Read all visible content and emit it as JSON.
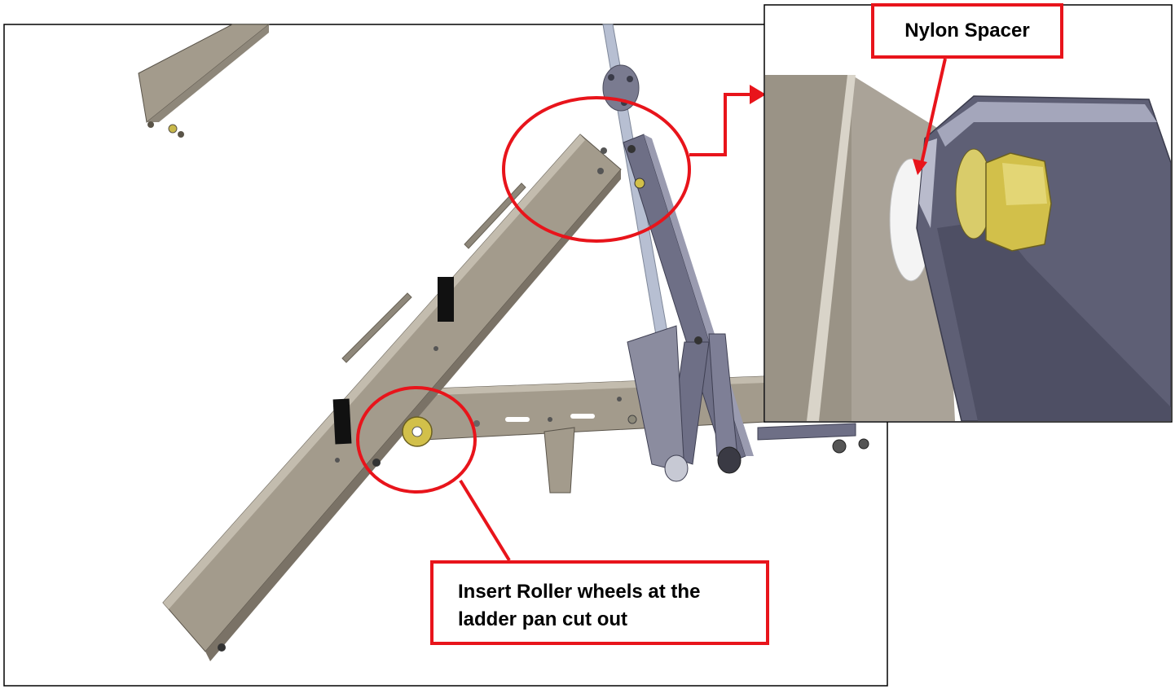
{
  "callouts": {
    "spacer": "Nylon Spacer",
    "roller_line1": "Insert Roller wheels at the",
    "roller_line2": "ladder pan cut out"
  },
  "colors": {
    "callout_red": "#e8141b",
    "steel": "#a39b8c",
    "steel_dark": "#7a7266",
    "bracket": "#6e6f86",
    "pipe": "#b7bfd2",
    "brass": "#d2c04a"
  }
}
